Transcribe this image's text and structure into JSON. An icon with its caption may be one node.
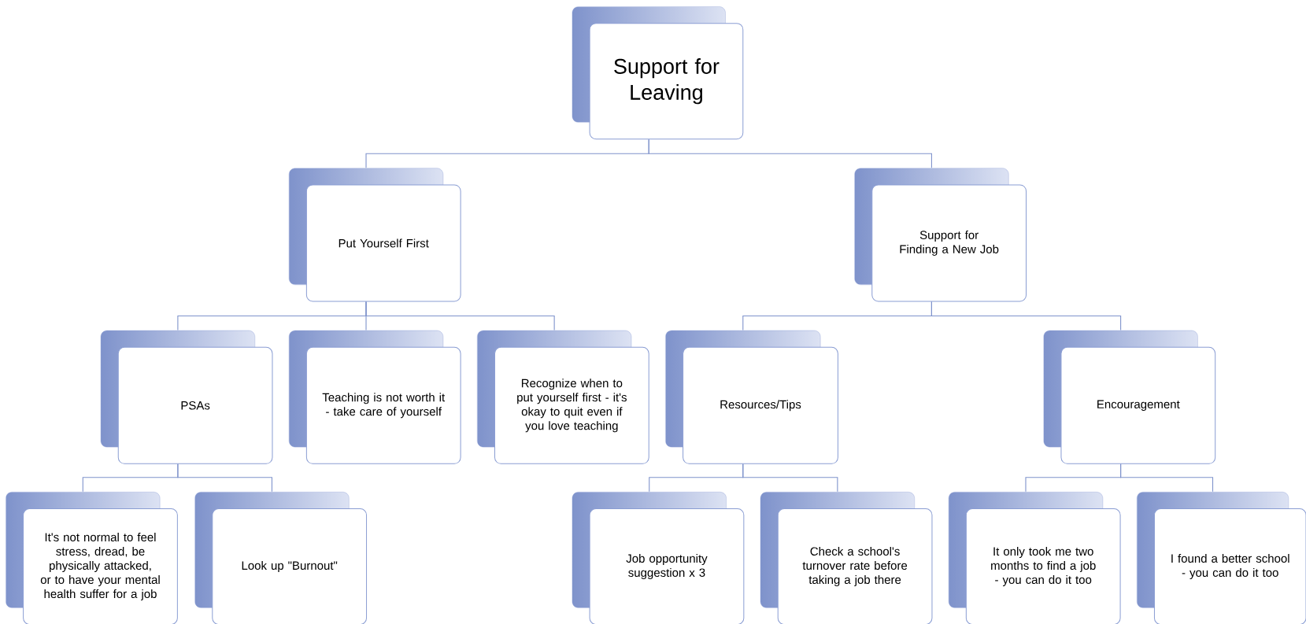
{
  "diagram": {
    "nodes": [
      {
        "text": [
          "Support for Leaving"
        ]
      },
      {
        "text": [
          "Put Yourself First"
        ]
      },
      {
        "text": [
          "Support for Finding a New Job"
        ]
      },
      {
        "text": [
          "PSAs"
        ]
      },
      {
        "text": [
          "Teaching is not worth it - take care of yourself"
        ]
      },
      {
        "text": [
          "Recognize when to put yourself first - it's okay to quit even if you love teaching"
        ]
      },
      {
        "text": [
          "Resources/Tips"
        ]
      },
      {
        "text": [
          "Encouragement"
        ]
      },
      {
        "text": [
          "It's not normal to feel stress, dread, be physically attacked, or to have your mental health suffer for a job"
        ]
      },
      {
        "text": [
          "Look up \"Burnout\""
        ]
      },
      {
        "text": [
          "Job opportunity suggestion x 3"
        ]
      },
      {
        "text": [
          "Check a school's turnover rate before taking a job there"
        ]
      },
      {
        "text": [
          "It only took me two months to find a job - you can do it too"
        ]
      },
      {
        "text": [
          "I found a better school - you can do it too"
        ]
      }
    ],
    "edges": [
      {
        "from": 0,
        "to": 1,
        "arrow": "none"
      },
      {
        "from": 0,
        "to": 2,
        "arrow": "none"
      },
      {
        "from": 1,
        "to": 3,
        "arrow": "none"
      },
      {
        "from": 1,
        "to": 4,
        "arrow": "none"
      },
      {
        "from": 1,
        "to": 5,
        "arrow": "none"
      },
      {
        "from": 2,
        "to": 6,
        "arrow": "none"
      },
      {
        "from": 2,
        "to": 7,
        "arrow": "none"
      },
      {
        "from": 3,
        "to": 8,
        "arrow": "none"
      },
      {
        "from": 3,
        "to": 9,
        "arrow": "none"
      },
      {
        "from": 6,
        "to": 10,
        "arrow": "none"
      },
      {
        "from": 6,
        "to": 11,
        "arrow": "none"
      },
      {
        "from": 7,
        "to": 12,
        "arrow": "none"
      },
      {
        "from": 7,
        "to": 13,
        "arrow": "none"
      }
    ]
  }
}
